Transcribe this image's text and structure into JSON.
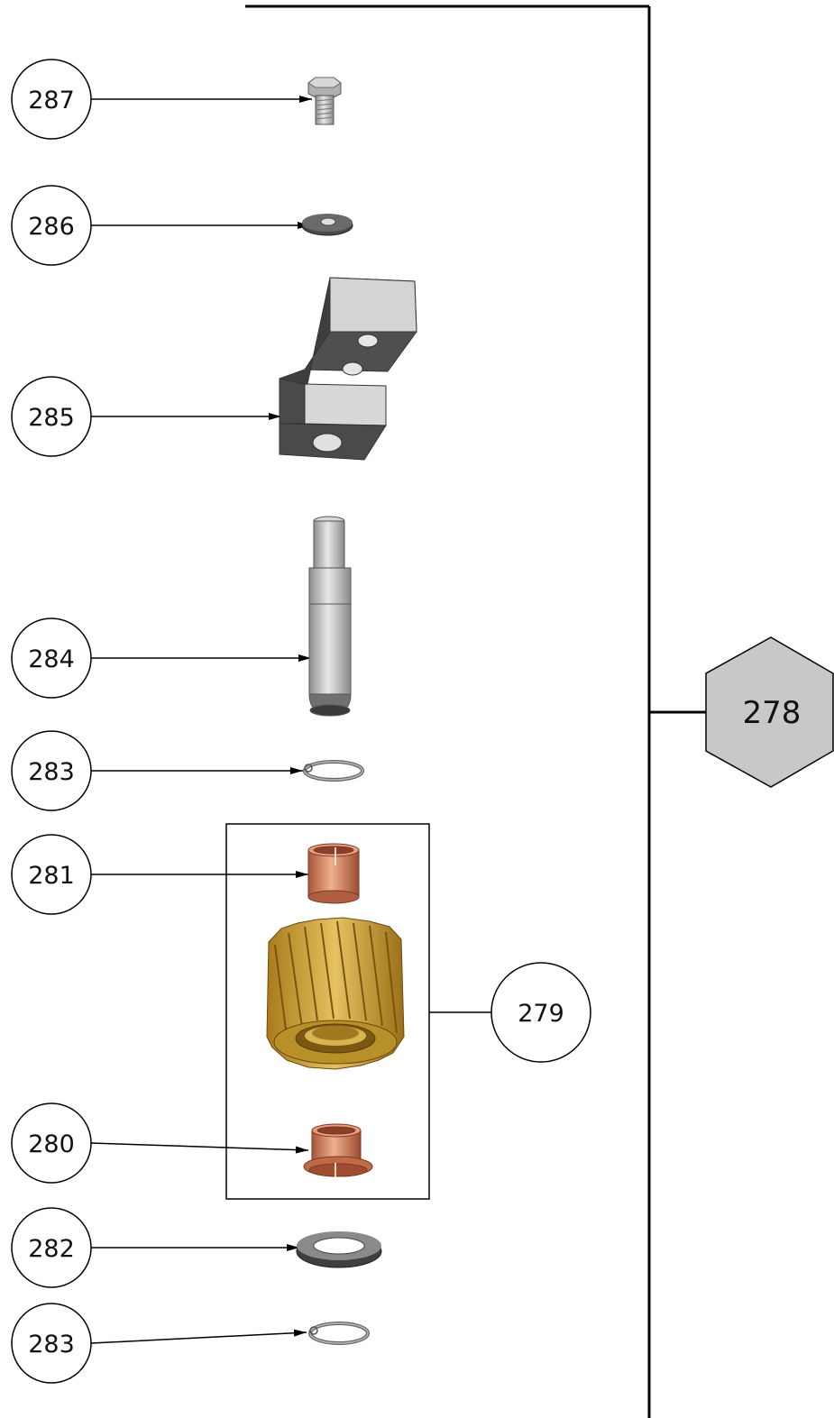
{
  "assembly": {
    "number": "278",
    "fill_color": "#c8c8c8"
  },
  "callouts": {
    "c287": "287",
    "c286": "286",
    "c285": "285",
    "c284": "284",
    "c283_top": "283",
    "c281": "281",
    "c279": "279",
    "c280": "280",
    "c282": "282",
    "c283_bottom": "283"
  },
  "parts": {
    "p287": "hex-bolt",
    "p286": "washer",
    "p285": "bracket-block",
    "p284": "shaft-pin",
    "p283": "retaining-ring",
    "p281": "bushing",
    "p279": "helical-gear",
    "p280": "flanged-bushing",
    "p282": "flat-washer"
  },
  "colors": {
    "steel": "#b8b8b8",
    "dark_steel": "#555555",
    "copper": "#c8734a",
    "brass": "#c9a23a",
    "outline": "#000000"
  }
}
